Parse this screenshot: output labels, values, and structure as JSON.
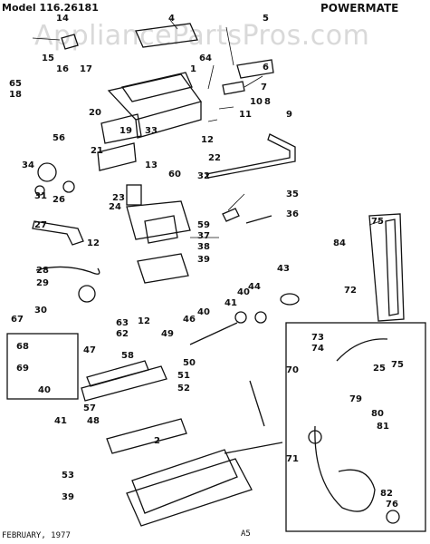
{
  "header": {
    "model": "Model 116.26181",
    "brand": "POWERMATE"
  },
  "watermark": "AppliancePartsPros.com",
  "footer": {
    "date": "FEBRUARY, 1977",
    "page": "A5"
  },
  "part_labels": [
    "14",
    "15",
    "16",
    "17",
    "65",
    "18",
    "4",
    "5",
    "1",
    "64",
    "6",
    "7",
    "8",
    "10",
    "11",
    "9",
    "12",
    "20",
    "19",
    "21",
    "33",
    "13",
    "22",
    "56",
    "34",
    "60",
    "31",
    "26",
    "27",
    "23",
    "24",
    "32",
    "35",
    "36",
    "59",
    "37",
    "38",
    "12",
    "39",
    "28",
    "29",
    "43",
    "84",
    "75",
    "44",
    "40",
    "41",
    "30",
    "63",
    "62",
    "12",
    "49",
    "46",
    "40",
    "67",
    "68",
    "69",
    "47",
    "58",
    "72",
    "73",
    "74",
    "75",
    "25",
    "50",
    "51",
    "52",
    "70",
    "40",
    "57",
    "48",
    "41",
    "79",
    "80",
    "81",
    "2",
    "71",
    "53",
    "82",
    "76",
    "39"
  ]
}
